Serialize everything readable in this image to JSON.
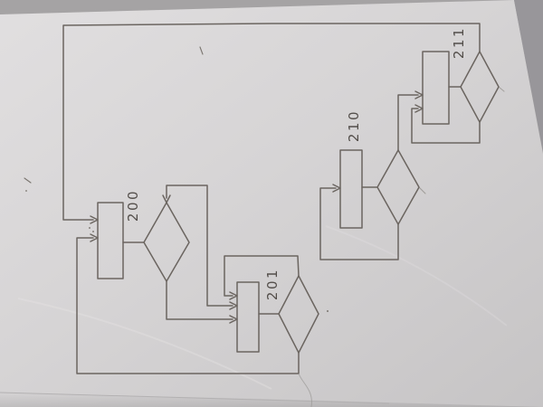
{
  "diagram": {
    "kind": "hand-drawn pencil flowchart on paper",
    "labels": {
      "n200": "200",
      "n201": "201",
      "n210": "210",
      "n211": "211"
    },
    "nodes": [
      {
        "label": "200",
        "shapes": [
          "rectangle",
          "diamond"
        ]
      },
      {
        "label": "201",
        "shapes": [
          "rectangle",
          "diamond"
        ]
      },
      {
        "label": "210",
        "shapes": [
          "rectangle",
          "diamond"
        ]
      },
      {
        "label": "211",
        "shapes": [
          "rectangle",
          "diamond"
        ]
      }
    ],
    "edges": [
      {
        "from": "rect-200",
        "to": "diamond-200",
        "type": "direct"
      },
      {
        "from": "diamond-200-bottom",
        "to": "rect-201",
        "type": "arrow"
      },
      {
        "from": "diamond-200-top",
        "to": "rect-201",
        "type": "double-arrow elbow"
      },
      {
        "from": "rect-201",
        "to": "diamond-201",
        "type": "direct"
      },
      {
        "from": "diamond-201-top",
        "to": "rect-201",
        "type": "self-loop arrow"
      },
      {
        "from": "diamond-201-bottom",
        "to": "rect-200",
        "type": "long loop arrow"
      },
      {
        "from": "rect-210",
        "to": "diamond-210",
        "type": "direct"
      },
      {
        "from": "diamond-210-bottom",
        "to": "rect-210",
        "type": "self-loop arrow"
      },
      {
        "from": "diamond-210-top",
        "to": "rect-211",
        "type": "arrow"
      },
      {
        "from": "rect-211",
        "to": "diamond-211",
        "type": "direct"
      },
      {
        "from": "diamond-211-bottom",
        "to": "rect-211",
        "type": "self-loop arrow"
      },
      {
        "from": "diamond-211-top",
        "to": "rect-200",
        "type": "long outer loop arrow"
      }
    ],
    "colors": {
      "pencil": "#6b6560",
      "paper_light": "#e0dedf",
      "paper_dark": "#c7c5c6",
      "surface": "#a3a1a2"
    }
  }
}
